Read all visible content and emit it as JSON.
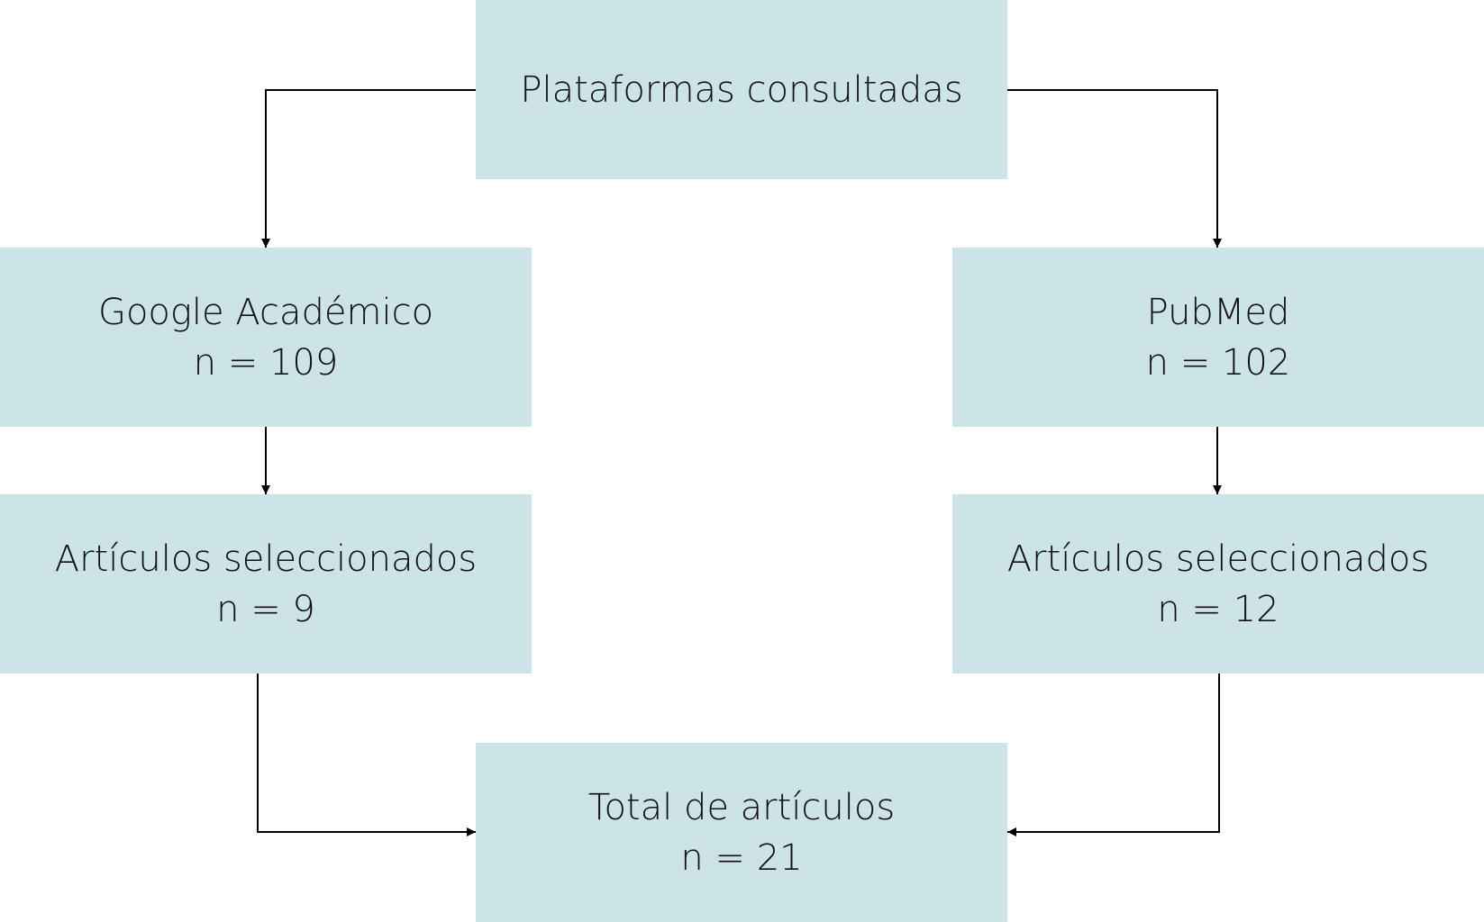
{
  "nodes": {
    "platforms": {
      "title": "Plataformas consultadas"
    },
    "google": {
      "title": "Google Académico",
      "count": "n = 109"
    },
    "pubmed": {
      "title": "PubMed",
      "count": "n = 102"
    },
    "google_selected": {
      "title": "Artículos seleccionados",
      "count": "n = 9"
    },
    "pubmed_selected": {
      "title": "Artículos seleccionados",
      "count": "n = 12"
    },
    "total": {
      "title": "Total de artículos",
      "count": "n = 21"
    }
  },
  "colors": {
    "box_fill": "#cce3e7",
    "line": "#000000"
  }
}
